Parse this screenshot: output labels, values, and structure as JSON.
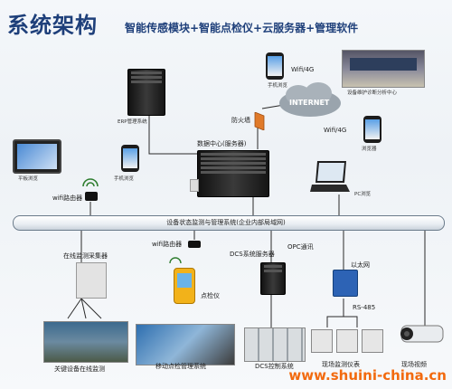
{
  "header": {
    "title": "系统架构",
    "subtitle": "智能传感模块+智能点检仪+云服务器+管理软件"
  },
  "nodes": {
    "erp": "ERP管理系统",
    "internet": "INTERNET",
    "wifi4g_top": "Wifi/4G",
    "wifi4g_right": "Wifi/4G",
    "phone_top_caption": "手机浏览",
    "phone_right_caption": "浏览器",
    "monitor_center": "设备维护诊断分析中心",
    "firewall": "防火墙",
    "datacenter": "数据中心(服务器)",
    "tablet_caption": "平板浏览",
    "phone_left_caption": "手机浏览",
    "pc": "PC浏览",
    "wifi_router_top": "wifi路由器",
    "bus": "设备状态监测与管理系统(企业内部局域网)",
    "collector": "在线监测采集器",
    "wifi_router_mid": "wifi路由器",
    "dcs_server": "DCS系统服务器",
    "opc": "OPC通讯",
    "ethernet": "以太网",
    "inspector": "点检仪",
    "rs485": "RS-485",
    "online_monitor": "关键设备在线监测",
    "mobile_inspection": "移动点检管理系统",
    "dcs_control": "DCS控制系统",
    "field_meters": "现场监测仪表",
    "field_video": "现场视频"
  },
  "watermark": "www.shuini-china.cn",
  "colors": {
    "title": "#1e3f7a",
    "link": "#2a2a2a",
    "watermark": "#f26a0f",
    "firewall": "#e07a2a",
    "cloud": "#9aa4ad"
  }
}
